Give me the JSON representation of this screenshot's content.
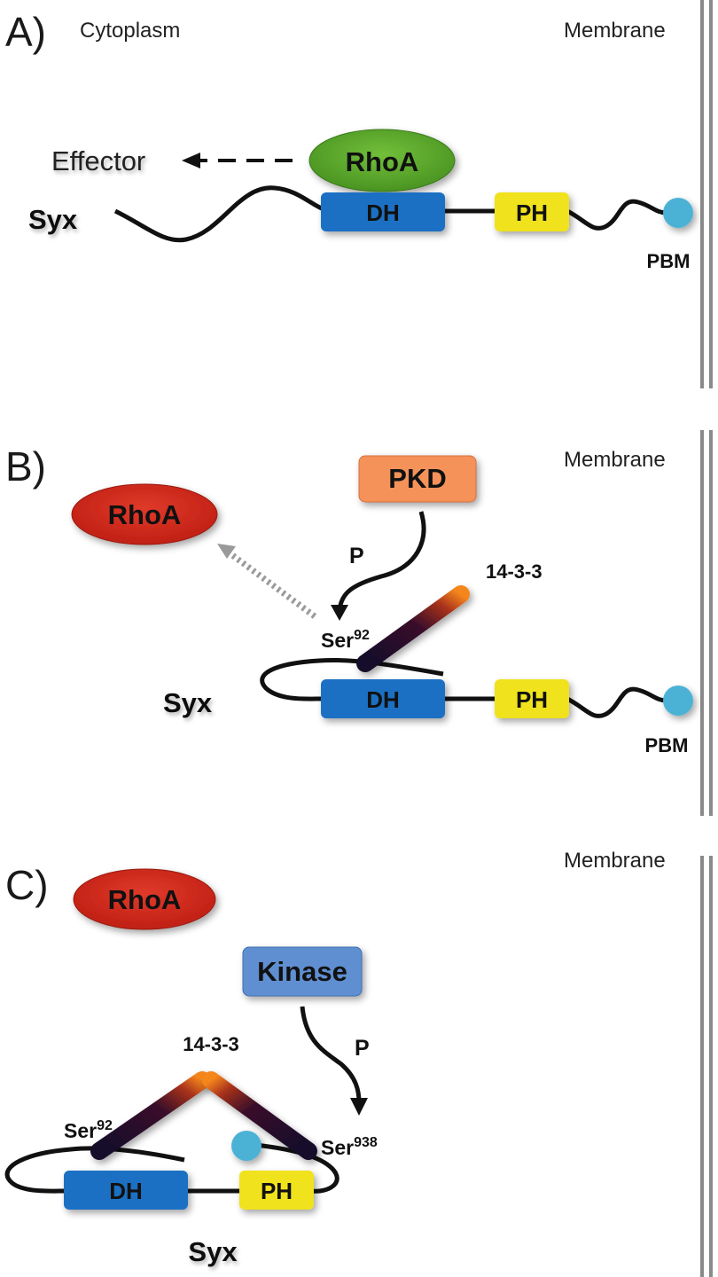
{
  "panels": {
    "a": {
      "letter": "A)",
      "cytoplasm": "Cytoplasm",
      "membrane": "Membrane",
      "effector": "Effector",
      "rhoa": "RhoA",
      "syx": "Syx",
      "dh": "DH",
      "ph": "PH",
      "pbm": "PBM"
    },
    "b": {
      "letter": "B)",
      "membrane": "Membrane",
      "rhoa": "RhoA",
      "pkd": "PKD",
      "p": "P",
      "fourteen33": "14-3-3",
      "ser": "Ser",
      "ser_sup": "92",
      "syx": "Syx",
      "dh": "DH",
      "ph": "PH",
      "pbm": "PBM"
    },
    "c": {
      "letter": "C)",
      "membrane": "Membrane",
      "rhoa": "RhoA",
      "kinase": "Kinase",
      "p": "P",
      "fourteen33": "14-3-3",
      "ser92": "Ser",
      "ser92_sup": "92",
      "ser938": "Ser",
      "ser938_sup": "938",
      "syx": "Syx",
      "dh": "DH",
      "ph": "PH"
    }
  },
  "colors": {
    "rhoa_active": "#5aa52c",
    "rhoa_inactive": "#d42a1e",
    "dh": "#1f6fc4",
    "ph": "#f0e21a",
    "pbm": "#4bb2d6",
    "pkd": "#f4925a",
    "kinase": "#5f8fd0",
    "membrane": "#8a8a8a"
  }
}
